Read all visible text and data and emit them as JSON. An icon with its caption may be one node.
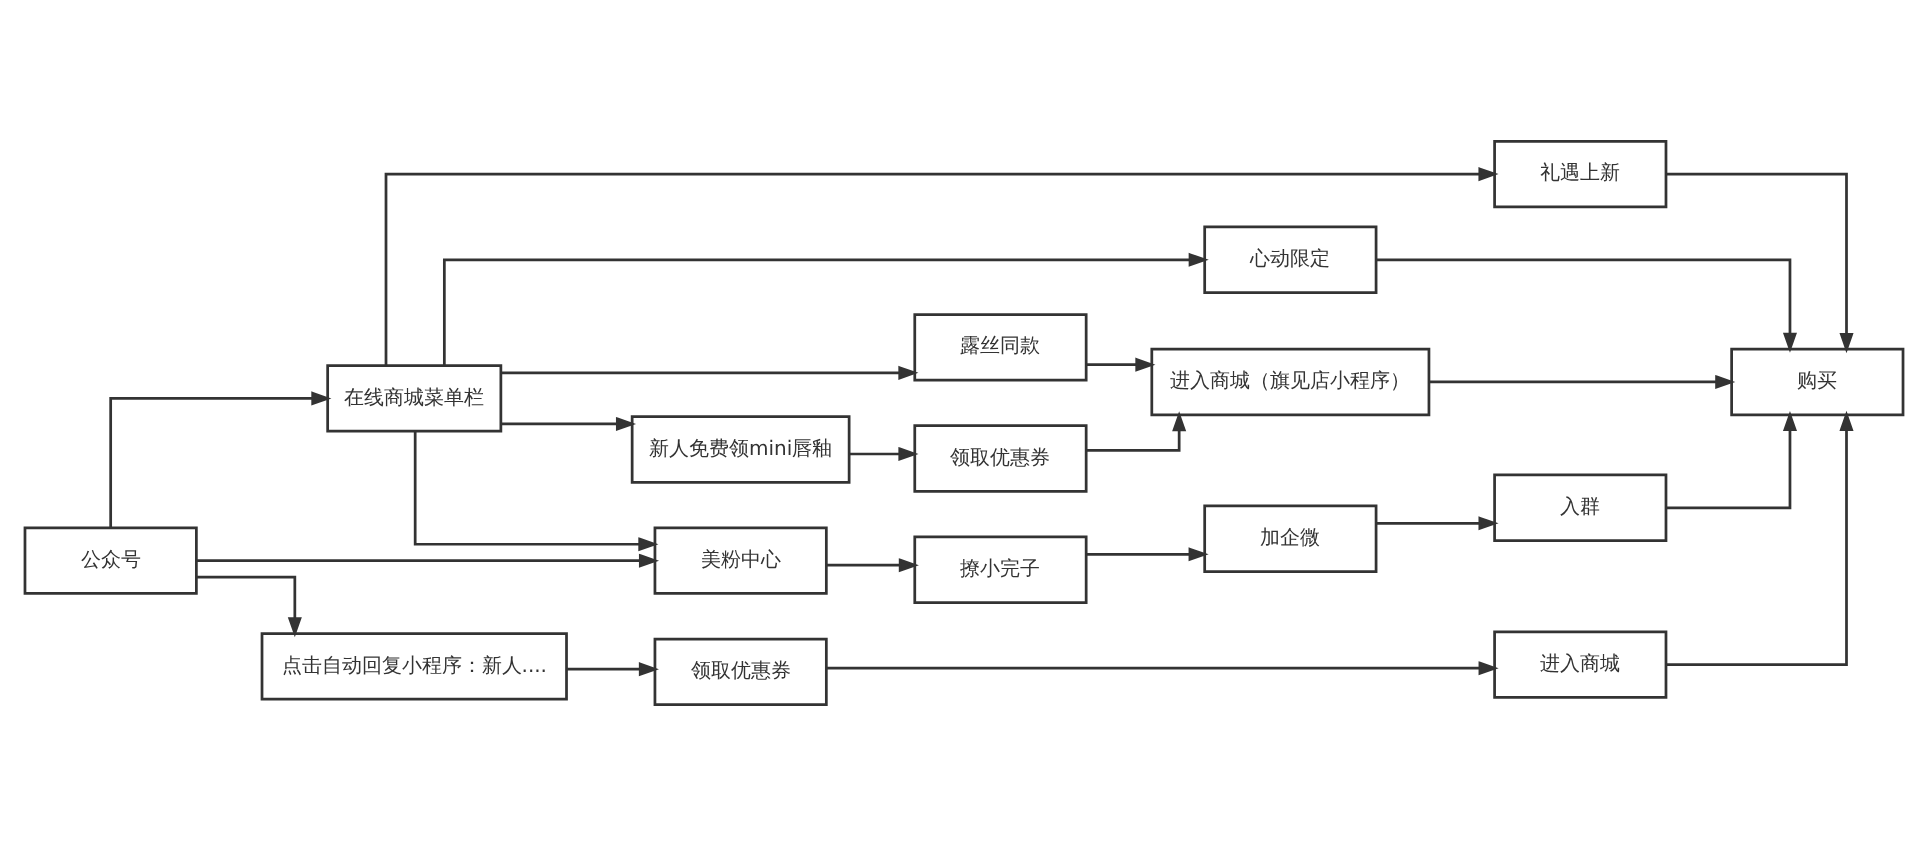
{
  "diagram": {
    "nodes": [
      {
        "text": [
          "礼遇上新"
        ]
      },
      {
        "text": [
          "心动限定"
        ]
      },
      {
        "text": [
          "露丝同款"
        ]
      },
      {
        "text": [
          "公众号"
        ]
      },
      {
        "text": [
          "在线商城菜单栏"
        ]
      },
      {
        "text": [
          "新人免费领mini唇釉"
        ]
      },
      {
        "text": [
          "领取优惠券"
        ]
      },
      {
        "text": [
          "进入商城（旗见店小程序）"
        ]
      },
      {
        "text": [
          "购买"
        ]
      },
      {
        "text": [
          "美粉中心"
        ]
      },
      {
        "text": [
          "撩小完子"
        ]
      },
      {
        "text": [
          "加企微"
        ]
      },
      {
        "text": [
          "入群"
        ]
      },
      {
        "text": [
          "点击自动回复小程序：新人...."
        ]
      },
      {
        "text": [
          "领取优惠券"
        ]
      },
      {
        "text": [
          "进入商城"
        ]
      }
    ],
    "edges": [
      {
        "from": 3,
        "to": 4,
        "arrow": "to"
      },
      {
        "from": 3,
        "to": 9,
        "arrow": "to"
      },
      {
        "from": 3,
        "to": 13,
        "arrow": "to"
      },
      {
        "from": 4,
        "to": 0,
        "arrow": "to"
      },
      {
        "from": 4,
        "to": 1,
        "arrow": "to"
      },
      {
        "from": 4,
        "to": 2,
        "arrow": "to"
      },
      {
        "from": 4,
        "to": 5,
        "arrow": "to"
      },
      {
        "from": 4,
        "to": 9,
        "arrow": "to"
      },
      {
        "from": 5,
        "to": 6,
        "arrow": "to"
      },
      {
        "from": 6,
        "to": 7,
        "arrow": "to"
      },
      {
        "from": 2,
        "to": 7,
        "arrow": "to"
      },
      {
        "from": 7,
        "to": 8,
        "arrow": "to"
      },
      {
        "from": 0,
        "to": 8,
        "arrow": "to"
      },
      {
        "from": 1,
        "to": 8,
        "arrow": "to"
      },
      {
        "from": 9,
        "to": 10,
        "arrow": "to"
      },
      {
        "from": 10,
        "to": 11,
        "arrow": "to"
      },
      {
        "from": 11,
        "to": 12,
        "arrow": "to"
      },
      {
        "from": 12,
        "to": 8,
        "arrow": "to"
      },
      {
        "from": 13,
        "to": 14,
        "arrow": "to"
      },
      {
        "from": 14,
        "to": 15,
        "arrow": "to"
      },
      {
        "from": 15,
        "to": 8,
        "arrow": "to"
      }
    ]
  }
}
